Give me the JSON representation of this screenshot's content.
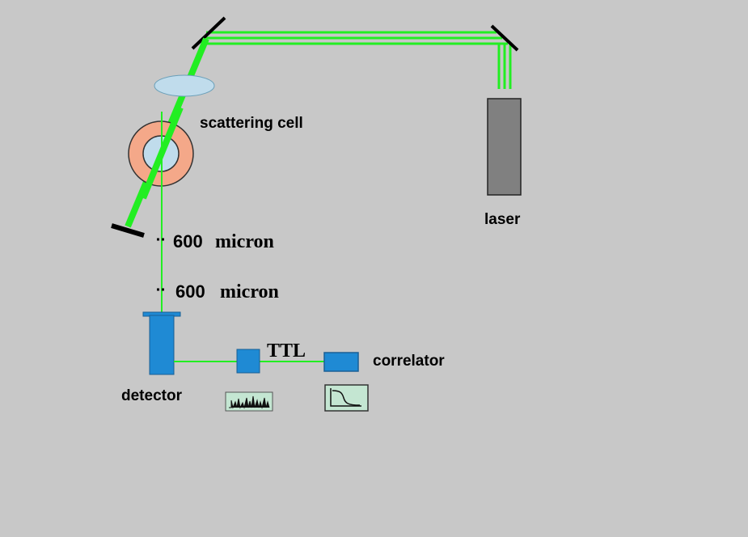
{
  "labels": {
    "scattering_cell": "scattering cell",
    "laser": "laser",
    "pinhole_1": {
      "size": "600",
      "unit": "micron"
    },
    "pinhole_2": {
      "size": "600",
      "unit": "micron"
    },
    "ttl": "TTL",
    "correlator": "correlator",
    "detector": "detector"
  },
  "colors": {
    "background": "#c8c8c8",
    "beam": "#22ee22",
    "laser_body": "#808080",
    "cell_ring": "#f4a889",
    "cell_center": "#c0dcec",
    "lens": "#c0dcec",
    "device": "#1f8ad4",
    "display_bg": "#c4e6d2"
  },
  "icons": {
    "mirror": "mirror-icon",
    "lens": "lens-icon",
    "beam_stop": "beam-stop-icon",
    "pulse_trace": "pulse-trace-icon",
    "correlation_curve": "correlation-curve-icon"
  }
}
